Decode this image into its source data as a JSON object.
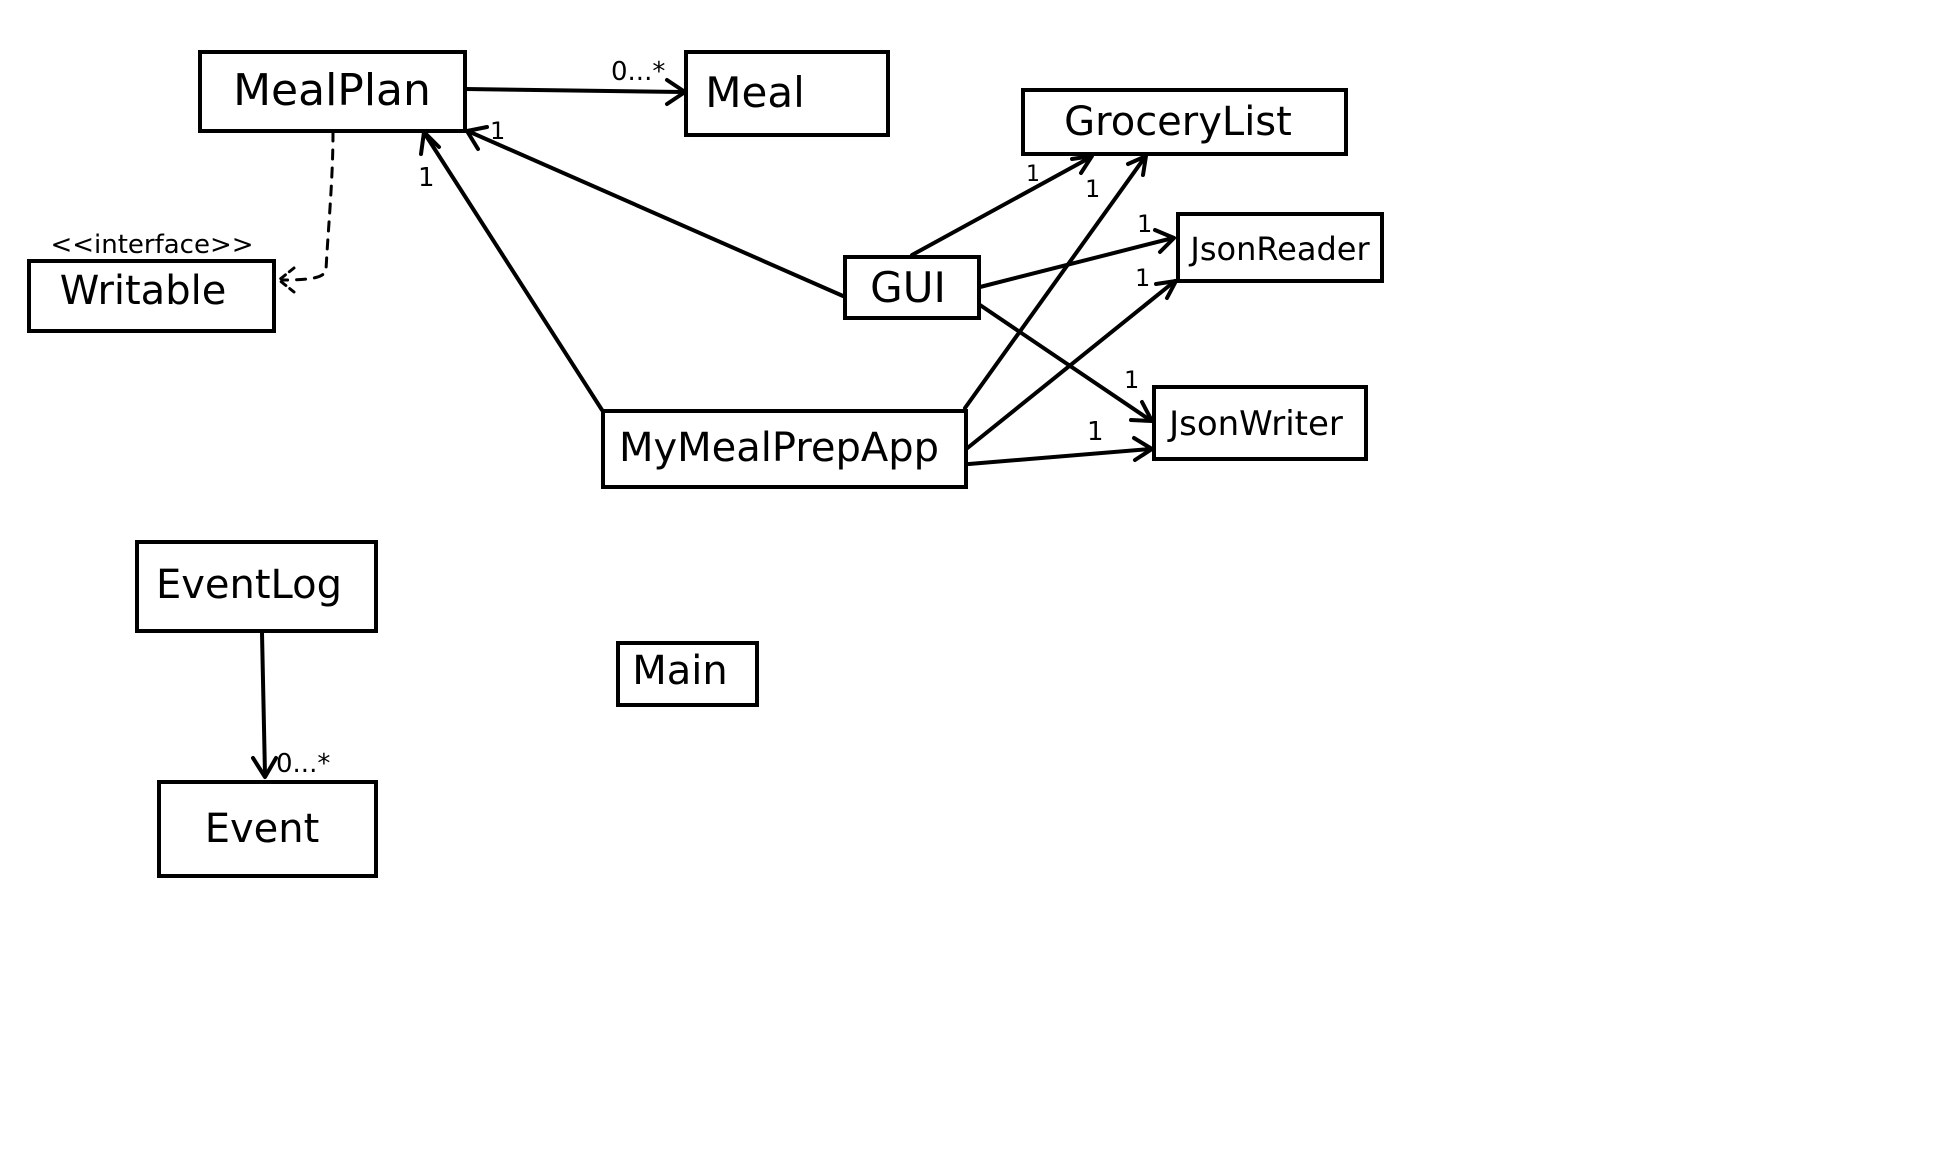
{
  "diagram": {
    "type": "uml-class-diagram",
    "stroke_color": "#000000",
    "background_color": "#ffffff",
    "classes": [
      {
        "id": "mealplan",
        "name": "MealPlan"
      },
      {
        "id": "meal",
        "name": "Meal"
      },
      {
        "id": "writable",
        "name": "Writable",
        "stereotype": "<<interface>>"
      },
      {
        "id": "grocerylist",
        "name": "GroceryList"
      },
      {
        "id": "gui",
        "name": "GUI"
      },
      {
        "id": "jsonreader",
        "name": "JsonReader"
      },
      {
        "id": "mymealprepapp",
        "name": "MyMealPrepApp"
      },
      {
        "id": "jsonwriter",
        "name": "JsonWriter"
      },
      {
        "id": "eventlog",
        "name": "EventLog"
      },
      {
        "id": "event",
        "name": "Event"
      },
      {
        "id": "main",
        "name": "Main"
      }
    ],
    "relations": [
      {
        "id": "mealplan-meal",
        "from": "mealplan",
        "to": "meal",
        "kind": "association",
        "multiplicity": "0...*"
      },
      {
        "id": "mealplan-writable",
        "from": "mealplan",
        "to": "writable",
        "kind": "realization",
        "multiplicity": ""
      },
      {
        "id": "gui-mealplan",
        "from": "gui",
        "to": "mealplan",
        "kind": "association",
        "multiplicity": "1"
      },
      {
        "id": "app-mealplan",
        "from": "mymealprepapp",
        "to": "mealplan",
        "kind": "association",
        "multiplicity": "1"
      },
      {
        "id": "gui-grocerylist",
        "from": "gui",
        "to": "grocerylist",
        "kind": "association",
        "multiplicity": "1"
      },
      {
        "id": "app-grocerylist",
        "from": "mymealprepapp",
        "to": "grocerylist",
        "kind": "association",
        "multiplicity": "1"
      },
      {
        "id": "gui-jsonreader",
        "from": "gui",
        "to": "jsonreader",
        "kind": "association",
        "multiplicity": "1"
      },
      {
        "id": "app-jsonreader",
        "from": "mymealprepapp",
        "to": "jsonreader",
        "kind": "association",
        "multiplicity": "1"
      },
      {
        "id": "gui-jsonwriter",
        "from": "gui",
        "to": "jsonwriter",
        "kind": "association",
        "multiplicity": "1"
      },
      {
        "id": "app-jsonwriter",
        "from": "mymealprepapp",
        "to": "jsonwriter",
        "kind": "association",
        "multiplicity": "1"
      },
      {
        "id": "eventlog-event",
        "from": "eventlog",
        "to": "event",
        "kind": "association",
        "multiplicity": "0...*"
      }
    ]
  }
}
